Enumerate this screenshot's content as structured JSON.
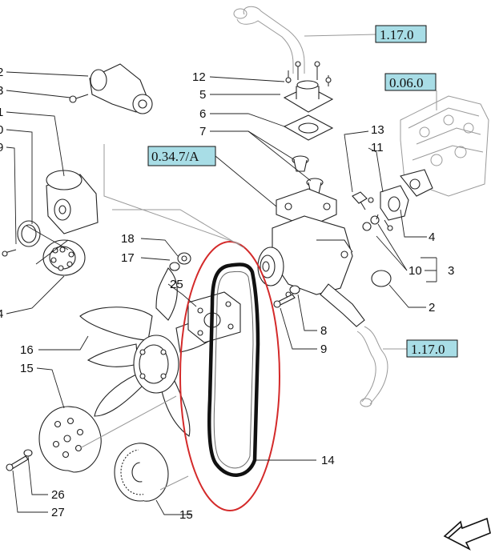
{
  "reference_boxes": [
    {
      "id": "ref-top",
      "text": "1.17.0"
    },
    {
      "id": "ref-engine",
      "text": "0.06.0"
    },
    {
      "id": "ref-pump",
      "text": "0.34.7/A"
    },
    {
      "id": "ref-lower",
      "text": "1.17.0"
    }
  ],
  "callouts": {
    "c12": "12",
    "c5": "5",
    "c6": "6",
    "c7": "7",
    "c13": "13",
    "c11": "11",
    "c4r": "4",
    "c3r": "3",
    "c10": "10",
    "c2r": "2",
    "c8": "8",
    "c9": "9",
    "c14": "14",
    "c2l": "2",
    "c3l": "3",
    "c1l": "1",
    "c0l": "0",
    "c9l": "9",
    "c4l": "4",
    "c18": "18",
    "c17": "17",
    "c25": "25",
    "c16": "16",
    "c15a": "15",
    "c26": "26",
    "c27": "27",
    "c15b": "15"
  },
  "highlight": {
    "color": "#d42a2a",
    "target_part": "14"
  },
  "colors": {
    "reference_box_fill": "#a8dde6",
    "line": "#222222"
  }
}
